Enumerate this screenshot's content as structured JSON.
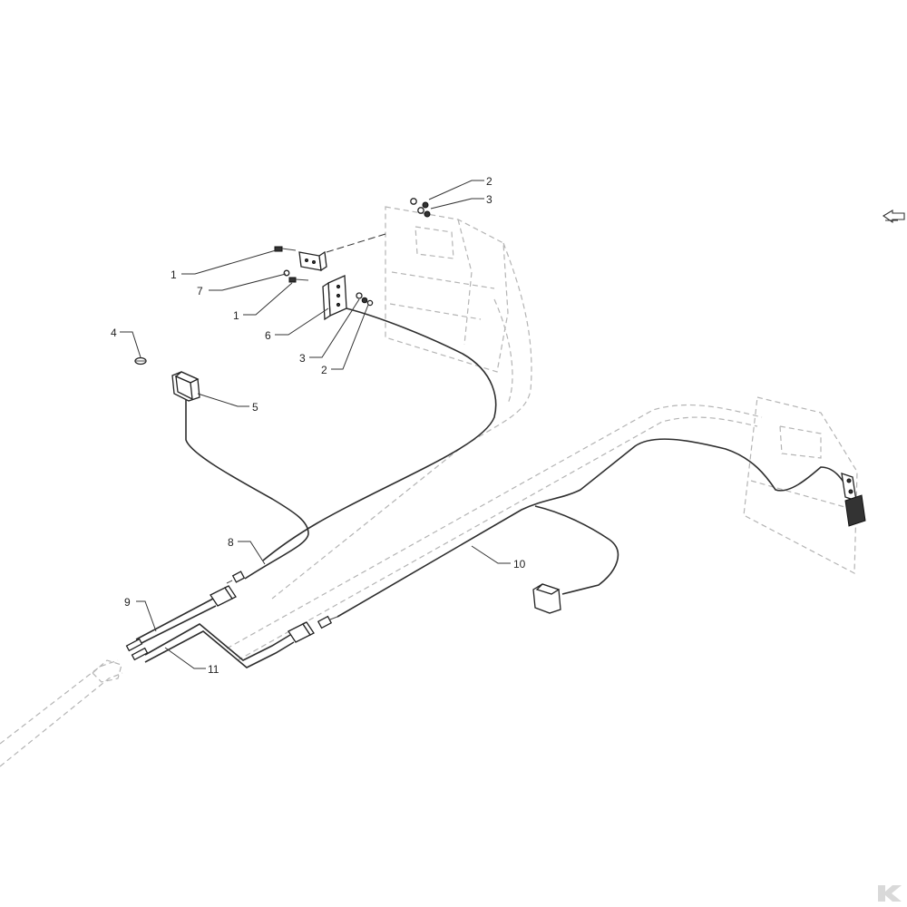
{
  "callouts": {
    "c2_top": "2",
    "c3_top": "3",
    "c1_a": "1",
    "c7": "7",
    "c1_b": "1",
    "c6": "6",
    "c3_mid": "3",
    "c2_mid": "2",
    "c4": "4",
    "c5": "5",
    "c8": "8",
    "c9": "9",
    "c10": "10",
    "c11": "11"
  },
  "icons": {
    "view_direction": "view-direction-arrow-icon",
    "logo": "brand-logo-icon"
  },
  "colors": {
    "line": "#222222",
    "phantom": "#b4b4b4",
    "logo": "#d9d9d9"
  }
}
